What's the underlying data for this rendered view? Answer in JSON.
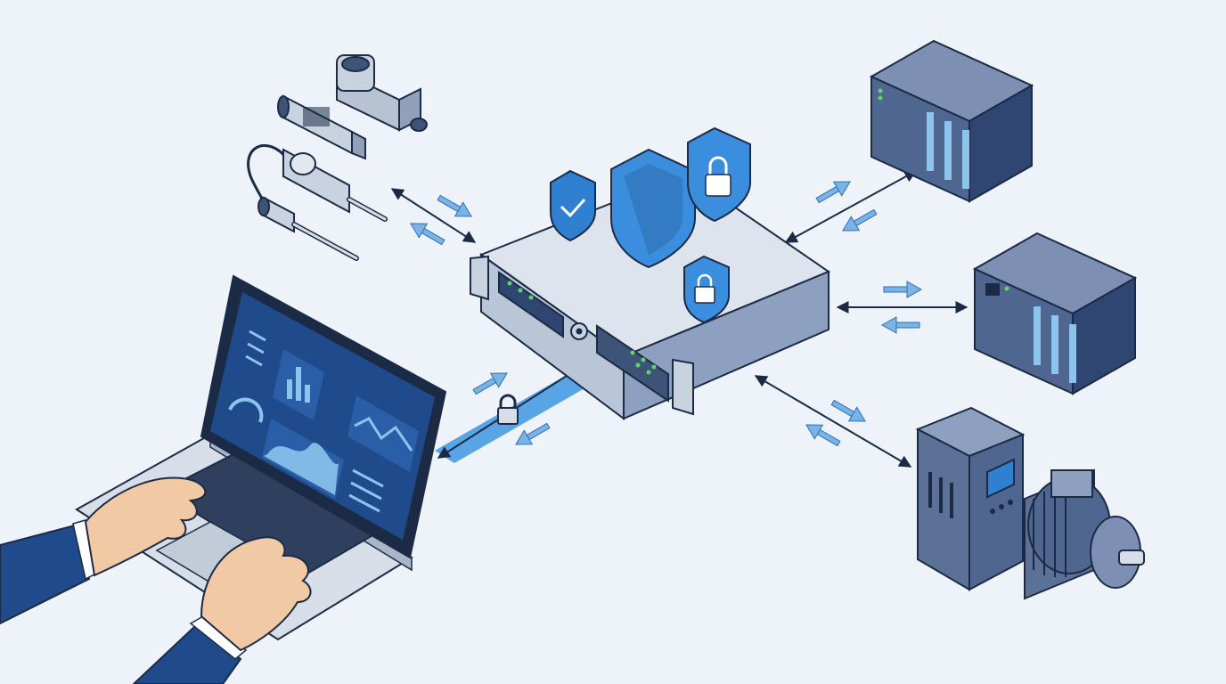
{
  "scene": {
    "hub": {
      "kind": "secure-industrial-gateway",
      "badges": [
        "shield-check",
        "shield",
        "shield-lock",
        "shield-lock"
      ]
    },
    "operator": {
      "kind": "laptop-dashboard",
      "link": "encrypted-tunnel"
    },
    "sensors": [
      "pressure-transmitter",
      "pressure-sensor",
      "cabled-sensor",
      "temperature-probe"
    ],
    "controllers": [
      "plc-rack-top",
      "plc-rack-middle"
    ],
    "drive": {
      "kind": "variable-frequency-drive",
      "motor": "electric-motor"
    },
    "links": [
      "sensors-to-gateway",
      "plc-top-to-gateway",
      "plc-middle-to-gateway",
      "drive-to-gateway",
      "laptop-to-gateway"
    ]
  },
  "colors": {
    "background": "#eef3fa",
    "accent": "#2f80d1",
    "accent_light": "#8cc4ee",
    "device_dark": "#3d5378",
    "device_mid": "#5c7196",
    "device_light": "#8ea0bf",
    "outline": "#1c2b45",
    "metal": "#d7dee8",
    "led_green": "#5cd66a",
    "skin": "#f1c9a5",
    "sleeve": "#1f4a8c"
  }
}
